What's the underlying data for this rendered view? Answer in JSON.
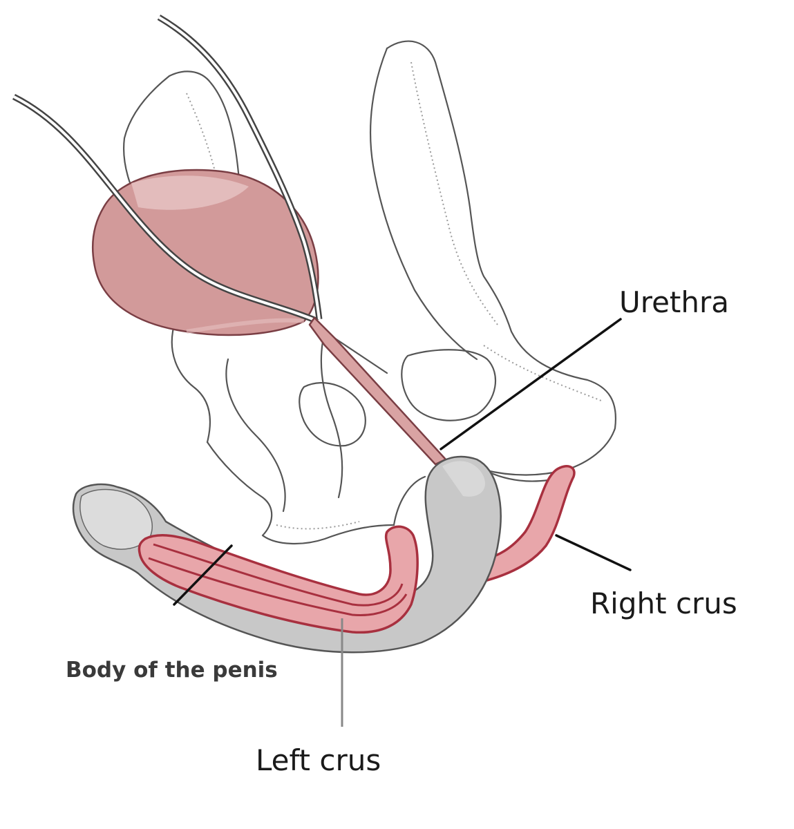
{
  "labels": {
    "urethra": "Urethra",
    "right_crus": "Right crus",
    "body_of_penis": "Body of the penis",
    "left_crus": "Left crus"
  },
  "colors": {
    "bladder_fill": "#d29a9a",
    "bladder_stroke": "#7a3e44",
    "corpus_fill": "#e8a6aa",
    "corpus_stroke": "#a8303f",
    "spongiosum_fill": "#c8c8c8",
    "spongiosum_stroke": "#555555",
    "bone_stroke": "#555555",
    "leader": "#111111"
  }
}
